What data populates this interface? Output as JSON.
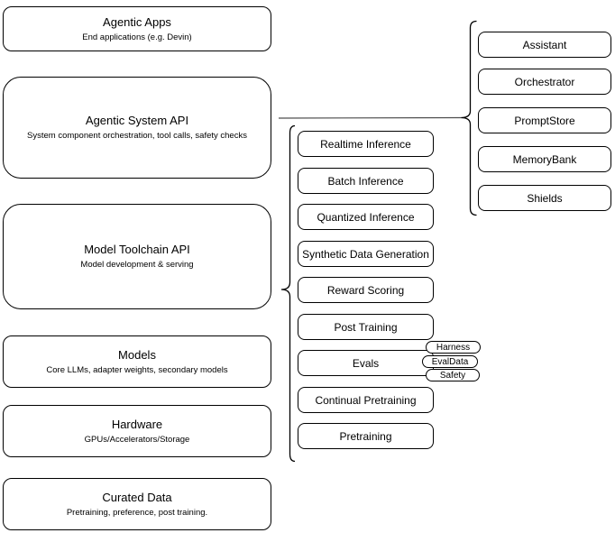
{
  "diagram": {
    "colors": {
      "background": "#ffffff",
      "node_fill": "#ffffff",
      "stroke": "#000000",
      "connector": "#4d4d4d"
    },
    "left_stack": [
      {
        "title": "Agentic Apps",
        "subtitle": "End applications (e.g. Devin)"
      },
      {
        "title": "Agentic System API",
        "subtitle": "System component orchestration, tool calls, safety checks"
      },
      {
        "title": "Model Toolchain API",
        "subtitle": "Model development & serving"
      },
      {
        "title": "Models",
        "subtitle": "Core LLMs, adapter weights, secondary models"
      },
      {
        "title": "Hardware",
        "subtitle": "GPUs/Accelerators/Storage"
      },
      {
        "title": "Curated Data",
        "subtitle": "Pretraining, preference, post training."
      }
    ],
    "toolchain": {
      "items": [
        "Realtime Inference",
        "Batch Inference",
        "Quantized Inference",
        "Synthetic Data Generation",
        "Reward Scoring",
        "Post Training",
        "Evals",
        "Continual Pretraining",
        "Pretraining"
      ],
      "evals_pills": [
        "Harness",
        "EvalData",
        "Safety"
      ]
    },
    "system_components": [
      "Assistant",
      "Orchestrator",
      "PromptStore",
      "MemoryBank",
      "Shields"
    ]
  }
}
